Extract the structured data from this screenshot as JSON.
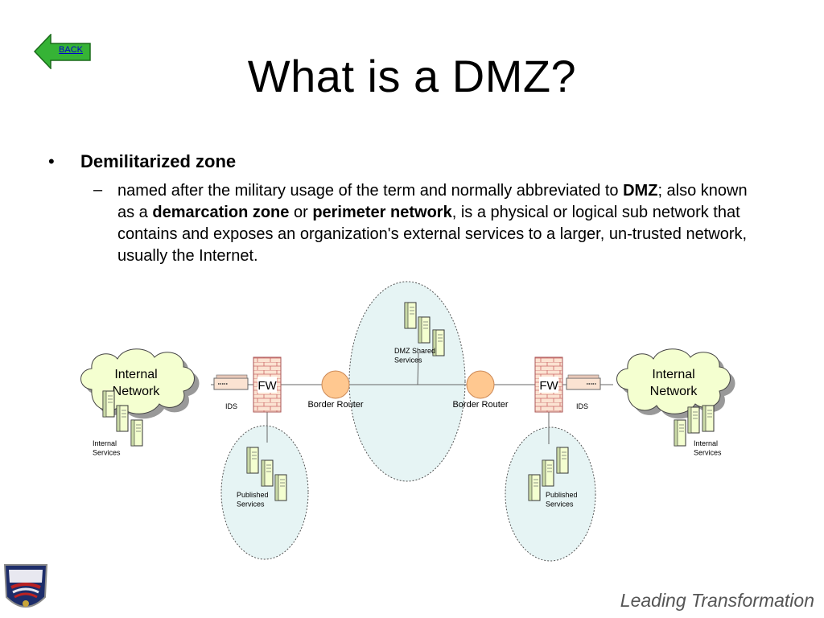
{
  "nav": {
    "back_label": "BACK"
  },
  "slide": {
    "title": "What is a DMZ?",
    "bullet": {
      "marker": "•",
      "heading": "Demilitarized zone",
      "sub_marker": "–",
      "text_parts": [
        {
          "text": " named after the military usage of the term and normally abbreviated to ",
          "bold": false
        },
        {
          "text": "DMZ",
          "bold": true
        },
        {
          "text": "; also known as a ",
          "bold": false
        },
        {
          "text": "demarcation zone",
          "bold": true
        },
        {
          "text": " or ",
          "bold": false
        },
        {
          "text": "perimeter network",
          "bold": true
        },
        {
          "text": ", is a physical or logical sub network that contains and exposes an organization's external services to a larger, un-trusted network, usually the Internet.",
          "bold": false
        }
      ]
    }
  },
  "diagram": {
    "left_cloud": "Internal\nNetwork",
    "right_cloud": "Internal\nNetwork",
    "left_internal_services": "Internal\nServices",
    "right_internal_services": "Internal\nServices",
    "left_ids": "IDS",
    "right_ids": "IDS",
    "left_fw": "FW",
    "right_fw": "FW",
    "left_router": "Border Router",
    "right_router": "Border Router",
    "dmz_services": "DMZ Shared\nServices",
    "left_published": "Published\nServices",
    "right_published": "Published\nServices"
  },
  "footer": {
    "tagline": "Leading Transformation"
  },
  "colors": {
    "cloud": "#f4ffd0",
    "server": "#f4ffd0",
    "router": "#ffc890",
    "zone": "#e6f4f4",
    "firewall": "#fbe3d2",
    "back_button": "#36b336"
  }
}
